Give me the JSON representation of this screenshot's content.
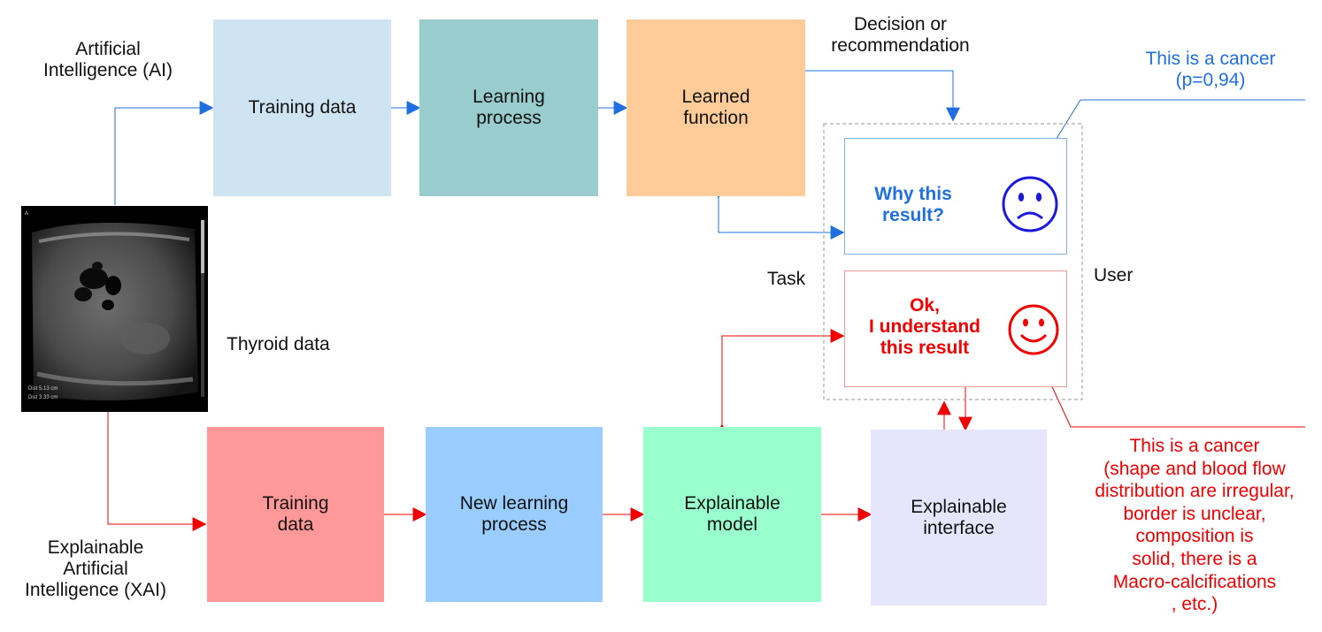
{
  "labels": {
    "ai": "Artificial\nIntelligence (AI)",
    "xai": "Explainable\nArtificial\nIntelligence (XAI)",
    "thyroid": "Thyroid data",
    "decision": "Decision or\nrecommendation",
    "task": "Task",
    "user": "User"
  },
  "ai_pipeline": {
    "training": "Training data",
    "learning": "Learning\nprocess",
    "learned": "Learned\nfunction"
  },
  "xai_pipeline": {
    "training": "Training\ndata",
    "learning": "New learning\nprocess",
    "model": "Explainable\nmodel",
    "interface": "Explainable\ninterface"
  },
  "ai_result": {
    "statement": "This is a cancer\n(p=0,94)",
    "question": "Why this\nresult?"
  },
  "xai_result": {
    "understand": "Ok,\nI understand\nthis result",
    "statement": "This is a cancer\n(shape and blood flow\ndistribution are irregular,\nborder is unclear,\ncomposition is\nsolid, there is a\nMacro-calcifications\n, etc.)"
  },
  "ultrasound": {
    "corner_label": "A",
    "measure_1": "Dist 5.13 cm",
    "measure_2": "Dist 3.33 cm"
  },
  "colors": {
    "ai_flow": "#1f6fe0",
    "xai_flow": "#f00000",
    "training_ai": "#cfe4f3",
    "learning_ai": "#99cccc",
    "learned_fn": "#ffcc99",
    "training_xai": "#ff9999",
    "learning_xai": "#99ccff",
    "explainable_model": "#99ffcc",
    "explainable_interface": "#e5e5fc"
  }
}
